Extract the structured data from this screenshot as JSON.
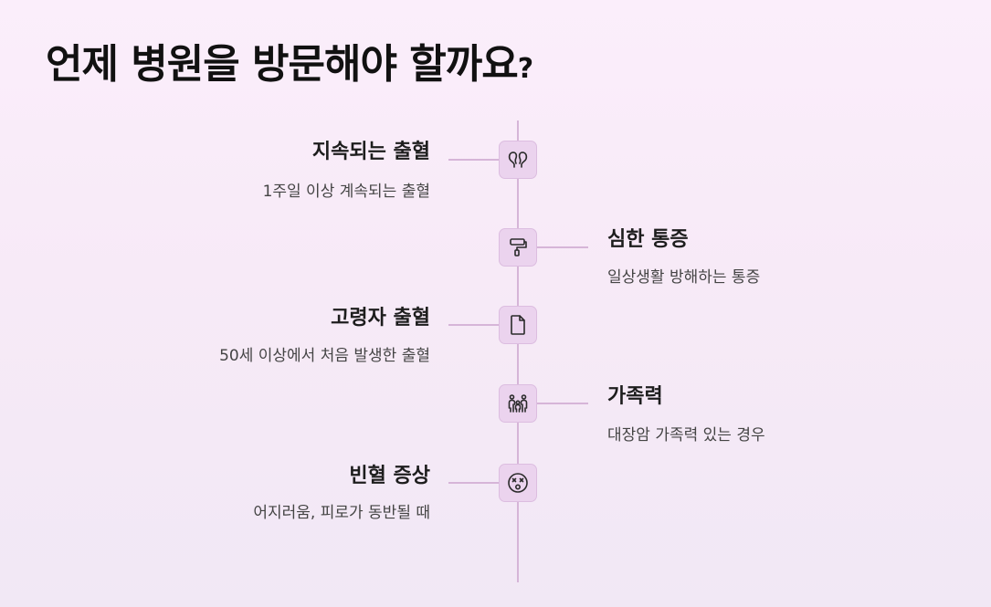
{
  "title": {
    "text": "언제 병원을 방문해야 할까요",
    "mark": "?"
  },
  "items": [
    {
      "heading": "지속되는 출혈",
      "description": "1주일 이상 계속되는 출혈",
      "side": "left",
      "icon": "intestine-icon"
    },
    {
      "heading": "심한 통증",
      "description": "일상생활 방해하는 통증",
      "side": "right",
      "icon": "paint-roller-icon"
    },
    {
      "heading": "고령자 출혈",
      "description": "50세 이상에서 처음 발생한 출혈",
      "side": "left",
      "icon": "document-icon"
    },
    {
      "heading": "가족력",
      "description": "대장암 가족력 있는 경우",
      "side": "right",
      "icon": "family-icon"
    },
    {
      "heading": "빈혈 증상",
      "description": "어지러움, 피로가 동반될 때",
      "side": "left",
      "icon": "dizzy-face-icon"
    }
  ]
}
